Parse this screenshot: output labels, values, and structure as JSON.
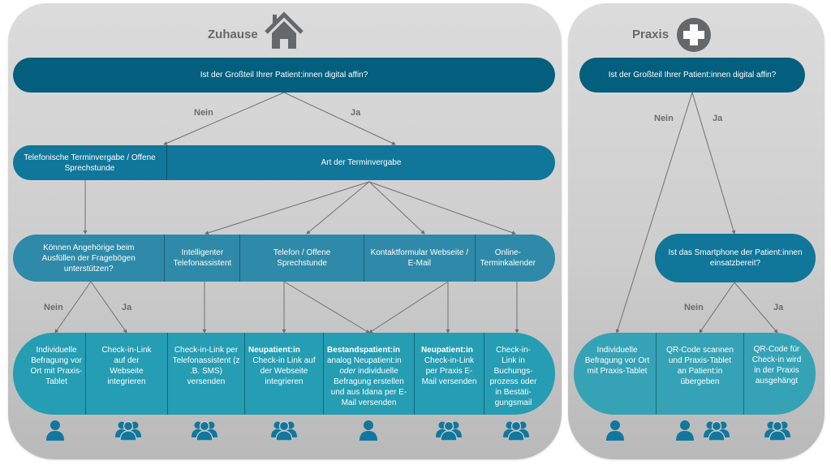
{
  "colors": {
    "question_dark": "#045f7e",
    "row_blue": "#10769a",
    "row_mid": "#2e8aa8",
    "row_teal": "#259db3",
    "icon_blue": "#12779c",
    "heading_gray": "#656769",
    "panel_gray": "#d4d4d4"
  },
  "home": {
    "title": "Zuhause",
    "title_icon": "house-icon",
    "question": "Ist der Großteil Ihrer Patient:innen digital affin?",
    "branch_no": "Nein",
    "branch_yes": "Ja",
    "row2": [
      "Telefonische Terminvergabe / Offene Sprechstunde",
      "Art der Terminvergabe"
    ],
    "row3": [
      "Können Angehörige beim Ausfüllen der Fragebögen unterstützen?",
      "Intelligenter Telefonassistent",
      "Telefon / Offene Sprechstunde",
      "Kontaktformular Webseite / E-Mail",
      "Online-Terminkalender"
    ],
    "row3_branch_no": "Nein",
    "row3_branch_yes": "Ja",
    "outcomes": [
      {
        "bold": "",
        "text": "Individuelle Befragung vor Ort mit Praxis-Tablet",
        "icon": "single-person-icon"
      },
      {
        "bold": "",
        "text": "Check-in-Link auf der Webseite integrieren",
        "icon": "group-icon"
      },
      {
        "bold": "",
        "text": "Check-in-Link per Telefonassistent (z .B. SMS) versenden",
        "icon": "group-icon"
      },
      {
        "bold": "Neupatient:in",
        "text": "Check-in Link auf der Webseite integrieren",
        "icon": "group-icon"
      },
      {
        "bold": "Bestandspatient:in",
        "text_before": "analog Neupatient:in",
        "italic": "oder",
        "text": "individuelle Befragung erstellen und aus Idana per E-Mail versenden",
        "icon": "single-person-icon"
      },
      {
        "bold": "Neupatient:in",
        "text": "Check-in-Link per Praxis E-Mail versenden",
        "icon": "group-icon"
      },
      {
        "bold": "",
        "text": "Check-in-Link in Buchungs-prozess oder in Bestäti-gungsmail",
        "icon": "group-icon"
      }
    ]
  },
  "praxis": {
    "title": "Praxis",
    "title_icon": "medical-cross-icon",
    "question": "Ist der Großteil Ihrer Patient:innen digital affin?",
    "branch_no": "Nein",
    "branch_yes": "Ja",
    "question2": "Ist das Smartphone der Patient:innen einsatzbereit?",
    "q2_branch_no": "Nein",
    "q2_branch_yes": "Ja",
    "outcomes": [
      {
        "text": "Individuelle Befragung vor Ort mit Praxis-Tablet",
        "icons": [
          "single-person-icon"
        ]
      },
      {
        "text": "QR-Code scannen und Praxis-Tablet an Patient:in übergeben",
        "icons": [
          "single-person-icon",
          "group-icon"
        ]
      },
      {
        "text": "QR-Code für Check-in wird in der Praxis ausgehängt",
        "icons": [
          "group-icon"
        ]
      }
    ]
  }
}
